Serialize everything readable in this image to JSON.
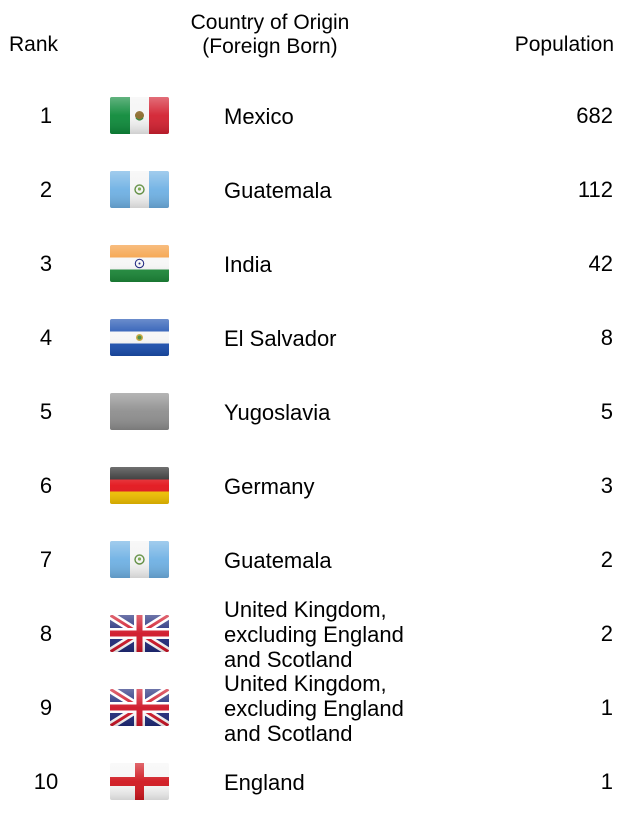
{
  "chart_data": {
    "type": "table",
    "columns": [
      "Rank",
      "Country of Origin (Foreign Born)",
      "Population"
    ],
    "header": {
      "rank": "Rank",
      "country_line1": "Country of Origin",
      "country_line2": "(Foreign Born)",
      "population": "Population"
    },
    "rows": [
      {
        "rank": "1",
        "country": "Mexico",
        "population": "682",
        "flag": "mexico-flag-icon"
      },
      {
        "rank": "2",
        "country": "Guatemala",
        "population": "112",
        "flag": "guatemala-flag-icon"
      },
      {
        "rank": "3",
        "country": "India",
        "population": "42",
        "flag": "india-flag-icon"
      },
      {
        "rank": "4",
        "country": "El Salvador",
        "population": "8",
        "flag": "el-salvador-flag-icon"
      },
      {
        "rank": "5",
        "country": "Yugoslavia",
        "population": "5",
        "flag": "yugoslavia-flag-icon"
      },
      {
        "rank": "6",
        "country": "Germany",
        "population": "3",
        "flag": "germany-flag-icon"
      },
      {
        "rank": "7",
        "country": "Guatemala",
        "population": "2",
        "flag": "guatemala-flag-icon"
      },
      {
        "rank": "8",
        "country": "United Kingdom, excluding England and Scotland",
        "country_lines": [
          "United Kingdom,",
          "excluding England",
          "and Scotland"
        ],
        "population": "2",
        "flag": "united-kingdom-flag-icon"
      },
      {
        "rank": "9",
        "country": "United Kingdom, excluding England and Scotland",
        "country_lines": [
          "United Kingdom,",
          "excluding England",
          "and Scotland"
        ],
        "population": "1",
        "flag": "united-kingdom-flag-icon"
      },
      {
        "rank": "10",
        "country": "England",
        "population": "1",
        "flag": "england-flag-icon"
      }
    ]
  }
}
